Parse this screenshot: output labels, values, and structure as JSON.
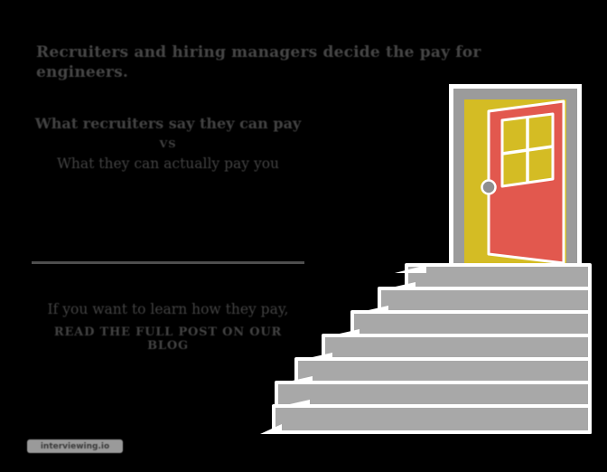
{
  "page": {
    "background": "#000000",
    "text_color": "#454545"
  },
  "title": "Recruiters and hiring managers decide the pay for engineers.",
  "comparison": {
    "top_line": "What recruiters say they can pay",
    "separator": "VS",
    "bottom_line": "What they can actually pay you"
  },
  "cta": {
    "line1": "If you want to learn how they pay,",
    "line2": "READ THE FULL POST ON OUR BLOG"
  },
  "watermark": "interviewing.io",
  "illustration": {
    "door_color": "#e2584e",
    "doorway_color": "#d4bc24",
    "frame_color": "#9b9b9b",
    "stair_color": "#a8a8a8",
    "outline_color": "#ffffff",
    "knob_color": "#8f8f8f"
  }
}
